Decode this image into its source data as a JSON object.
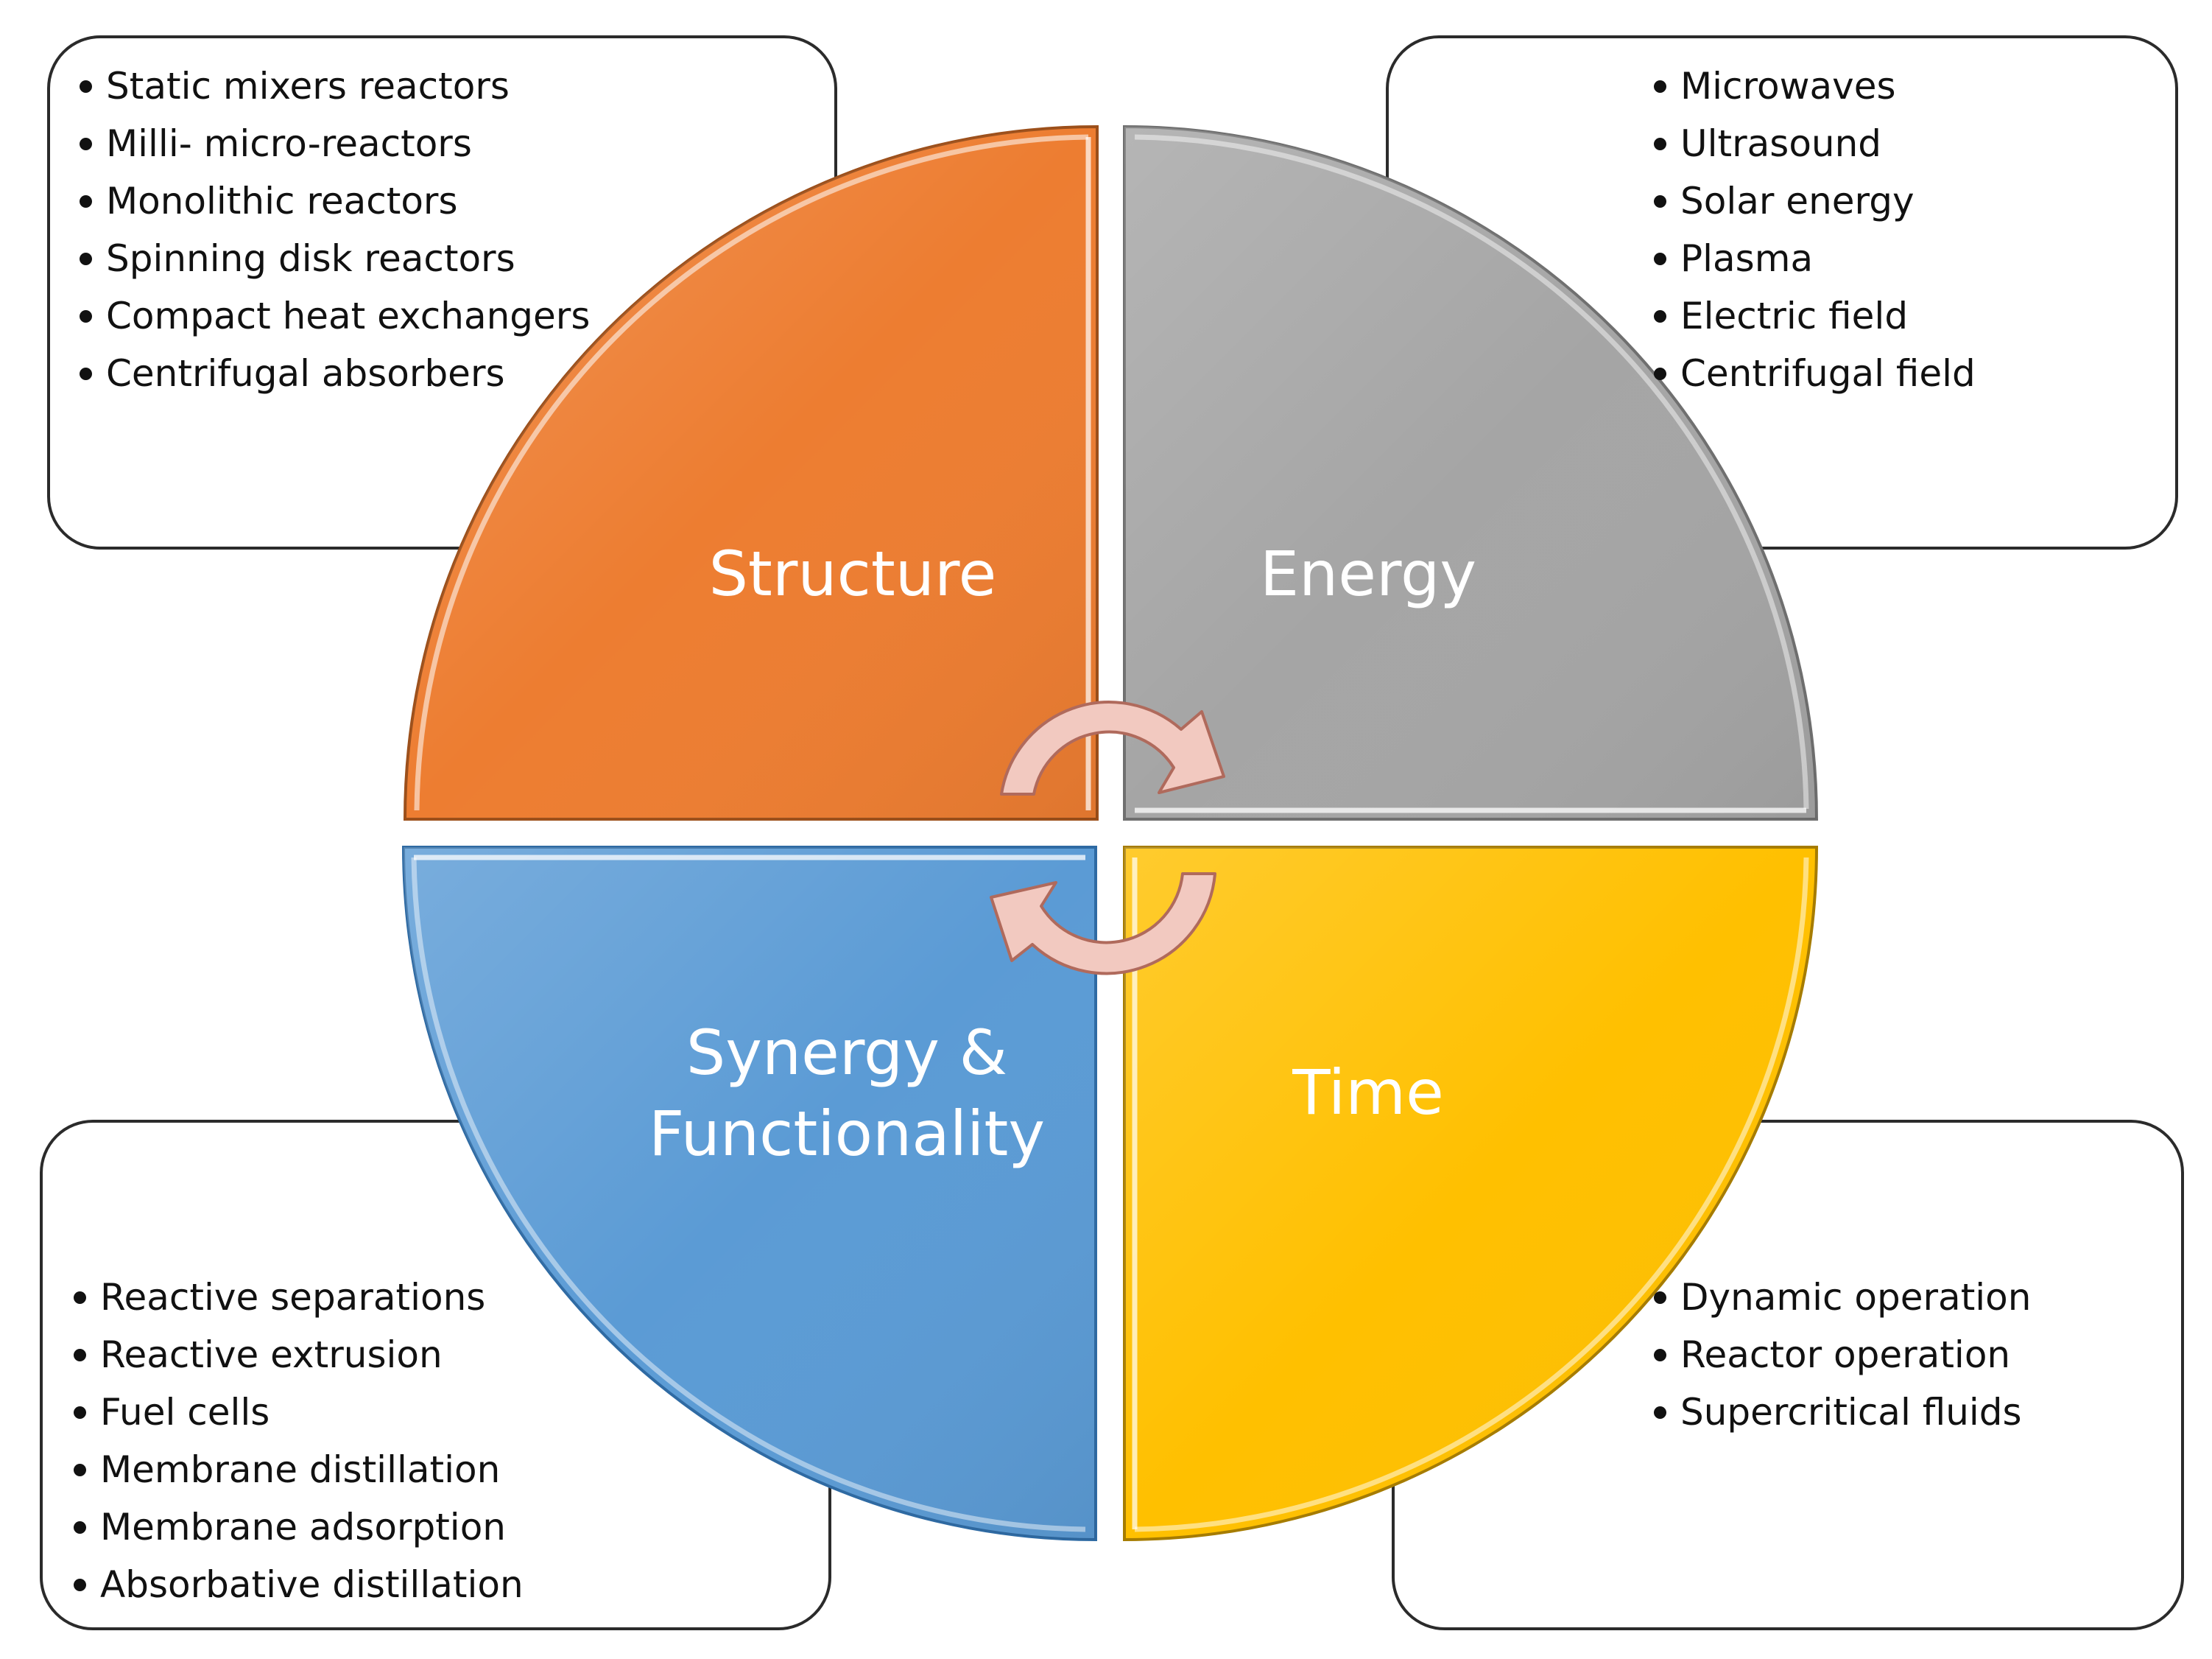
{
  "quadrants": {
    "structure": {
      "label": "Structure",
      "color": "#ED7D31"
    },
    "energy": {
      "label": "Energy",
      "color": "#A5A5A5"
    },
    "synergy": {
      "label_line1": "Synergy &",
      "label_line2": "Functionality",
      "color": "#5B9BD5"
    },
    "time": {
      "label": "Time",
      "color": "#FFC000"
    }
  },
  "lists": {
    "structure": [
      "Static mixers reactors",
      "Milli- micro-reactors",
      "Monolithic reactors",
      "Spinning disk reactors",
      "Compact heat exchangers",
      "Centrifugal absorbers"
    ],
    "energy": [
      "Microwaves",
      "Ultrasound",
      "Solar energy",
      "Plasma",
      "Electric field",
      "Centrifugal field"
    ],
    "synergy": [
      "Reactive separations",
      "Reactive extrusion",
      "Fuel cells",
      "Membrane distillation",
      "Membrane adsorption",
      "Absorbative distillation"
    ],
    "time": [
      "Dynamic operation",
      "Reactor operation",
      "Supercritical fluids"
    ]
  },
  "cycle_arrow_icon": "circular-arrow-icon",
  "arrow_color": "#F2C9C0"
}
